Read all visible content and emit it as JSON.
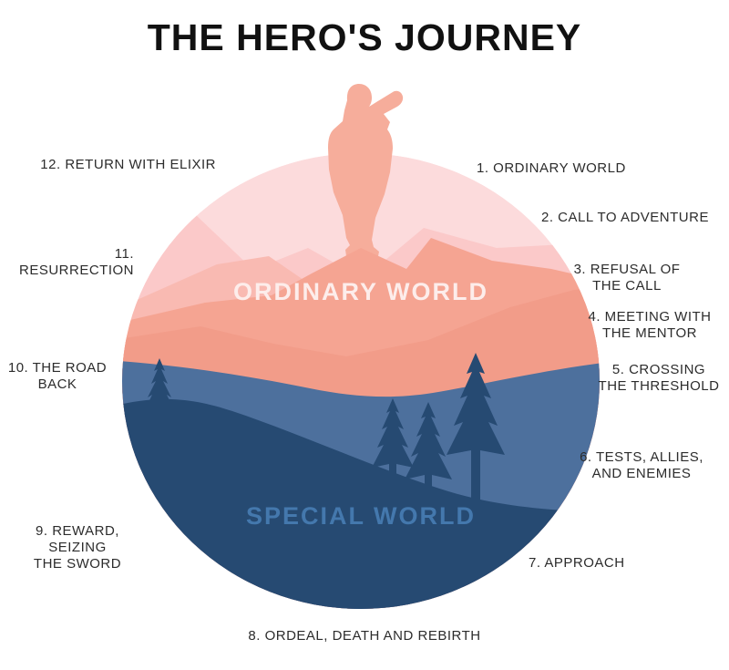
{
  "title": "THE HERO'S JOURNEY",
  "worlds": {
    "top": "ORDINARY WORLD",
    "bottom": "SPECIAL WORLD"
  },
  "stages": [
    "1. ORDINARY WORLD",
    "2. CALL TO ADVENTURE",
    "3. REFUSAL OF\nTHE CALL",
    "4. MEETING WITH\nTHE MENTOR",
    "5. CROSSING\nTHE THRESHOLD",
    "6. TESTS, ALLIES,\nAND ENEMIES",
    "7. APPROACH",
    "8. ORDEAL, DEATH AND REBIRTH",
    "9. REWARD, SEIZING\nTHE SWORD",
    "10. THE ROAD\nBACK",
    "11. RESURRECTION",
    "12. RETURN WITH ELIXIR"
  ],
  "colors": {
    "background": "#ffffff",
    "title_text": "#111111",
    "label_text": "#2c2c2c",
    "ordinary_base": "#fcdbdc",
    "ordinary_mid": "#fbc9c9",
    "ordinary_deep": "#f9bab2",
    "ordinary_main": "#f5a492",
    "ordinary_shadow": "#f29c89",
    "figure": "#f6ad9b",
    "special_hill": "#4d709d",
    "special_main": "#264a72",
    "ordinary_world_text": "#fdedeb",
    "special_world_text": "#4478ad"
  }
}
